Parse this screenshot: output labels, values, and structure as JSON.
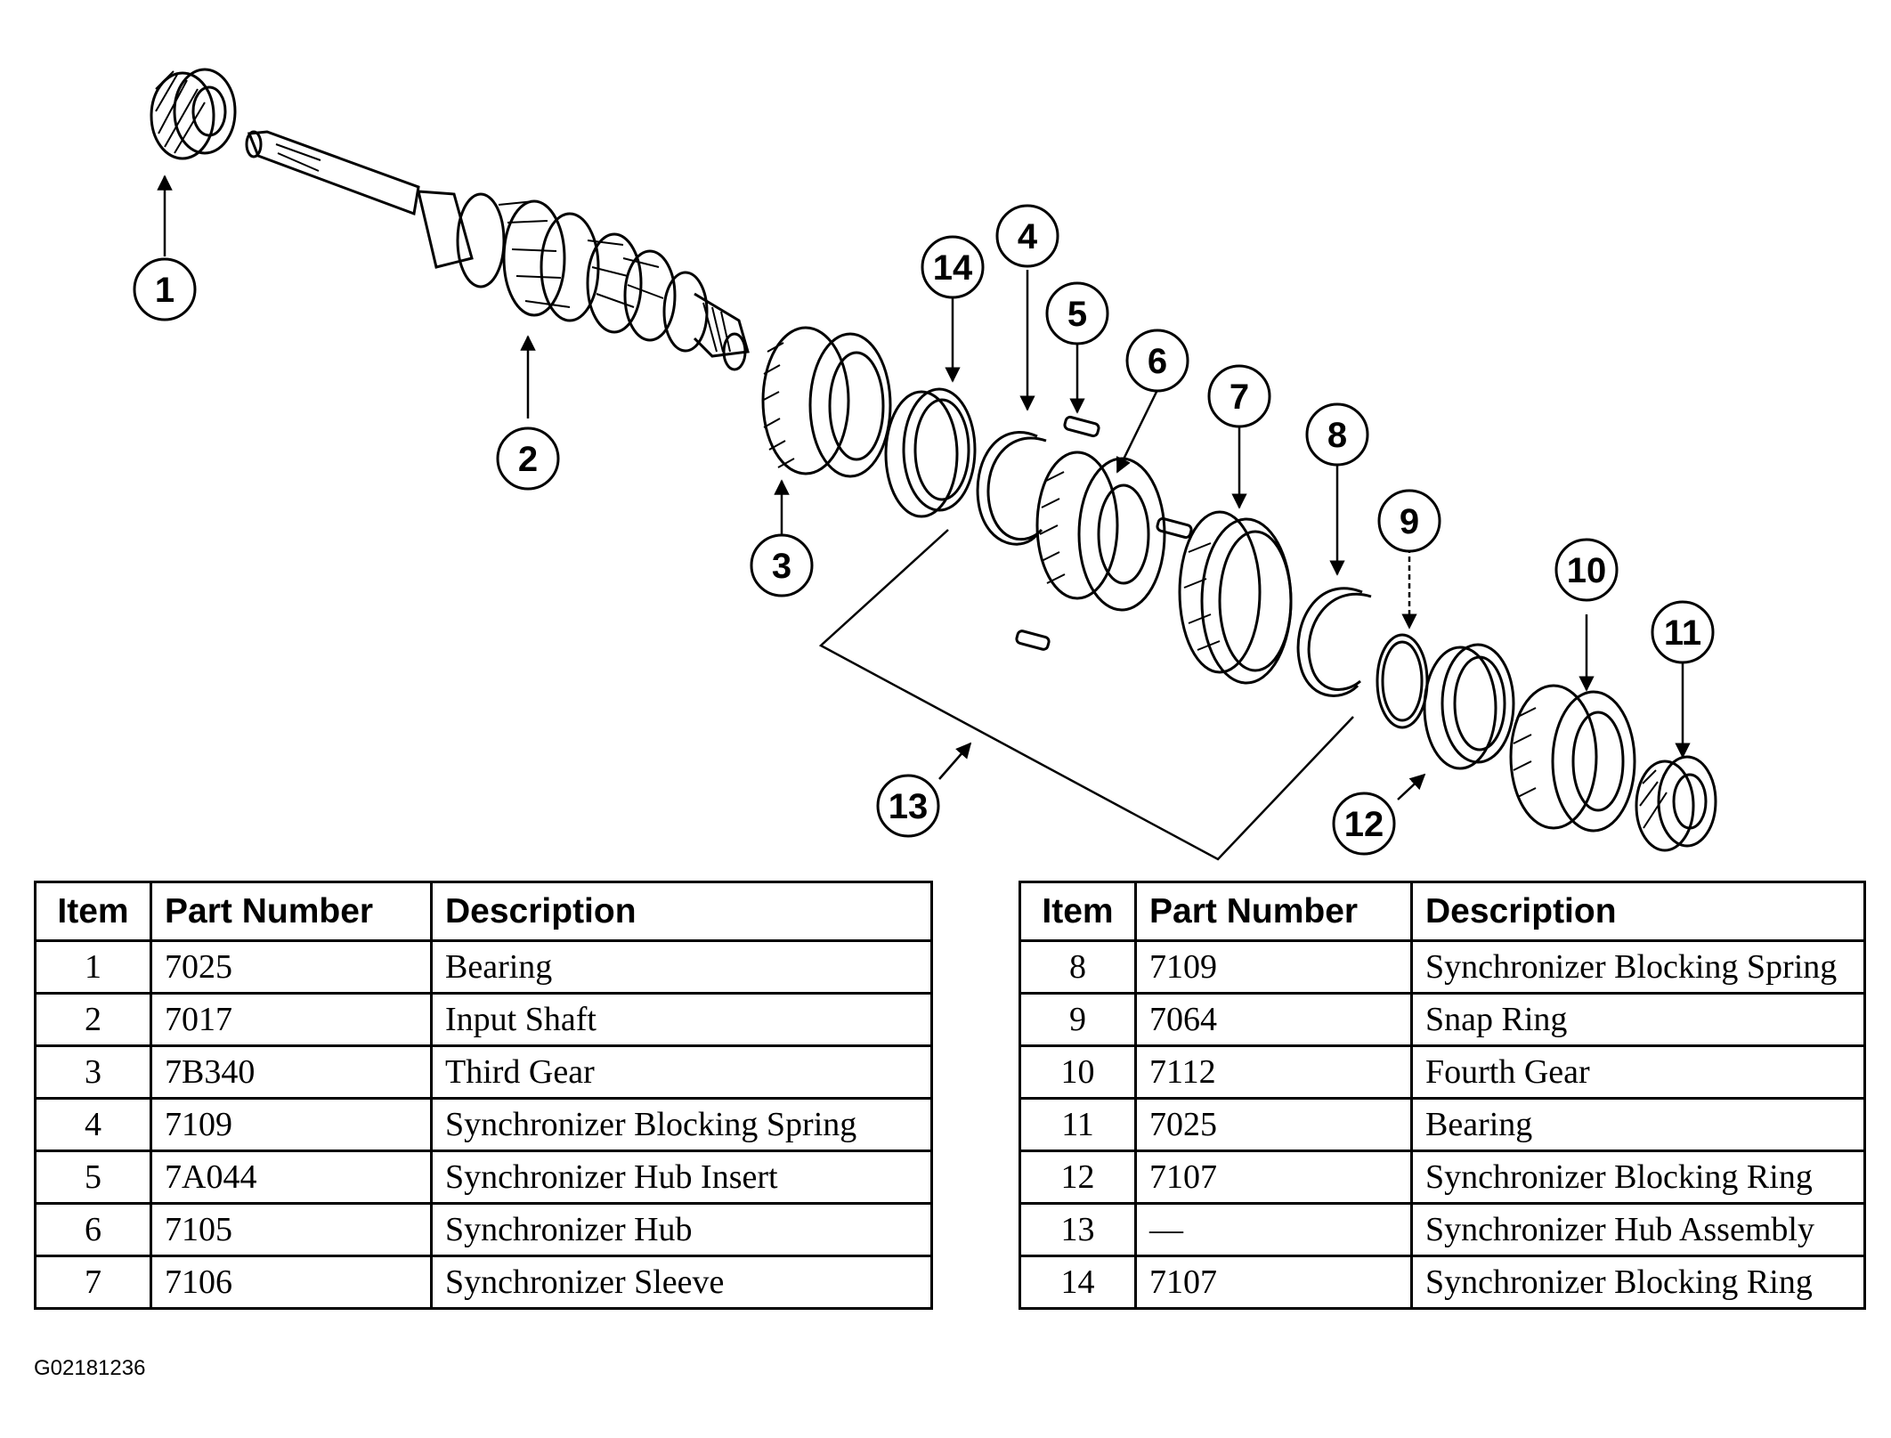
{
  "callouts": [
    "1",
    "2",
    "3",
    "4",
    "5",
    "6",
    "7",
    "8",
    "9",
    "10",
    "11",
    "12",
    "13",
    "14"
  ],
  "tables": {
    "headers": {
      "item": "Item",
      "part_number": "Part Number",
      "description": "Description"
    },
    "left": [
      {
        "item": "1",
        "part": "7025",
        "desc": "Bearing"
      },
      {
        "item": "2",
        "part": "7017",
        "desc": "Input Shaft"
      },
      {
        "item": "3",
        "part": "7B340",
        "desc": "Third Gear"
      },
      {
        "item": "4",
        "part": "7109",
        "desc": "Synchronizer Blocking Spring"
      },
      {
        "item": "5",
        "part": "7A044",
        "desc": "Synchronizer Hub Insert"
      },
      {
        "item": "6",
        "part": "7105",
        "desc": "Synchronizer Hub"
      },
      {
        "item": "7",
        "part": "7106",
        "desc": "Synchronizer Sleeve"
      }
    ],
    "right": [
      {
        "item": "8",
        "part": "7109",
        "desc": "Synchronizer Blocking Spring"
      },
      {
        "item": "9",
        "part": "7064",
        "desc": "Snap Ring"
      },
      {
        "item": "10",
        "part": "7112",
        "desc": "Fourth Gear"
      },
      {
        "item": "11",
        "part": "7025",
        "desc": "Bearing"
      },
      {
        "item": "12",
        "part": "7107",
        "desc": "Synchronizer Blocking Ring"
      },
      {
        "item": "13",
        "part": "—",
        "desc": "Synchronizer Hub Assembly"
      },
      {
        "item": "14",
        "part": "7107",
        "desc": "Synchronizer Blocking Ring"
      }
    ]
  },
  "figure_id": "G02181236"
}
